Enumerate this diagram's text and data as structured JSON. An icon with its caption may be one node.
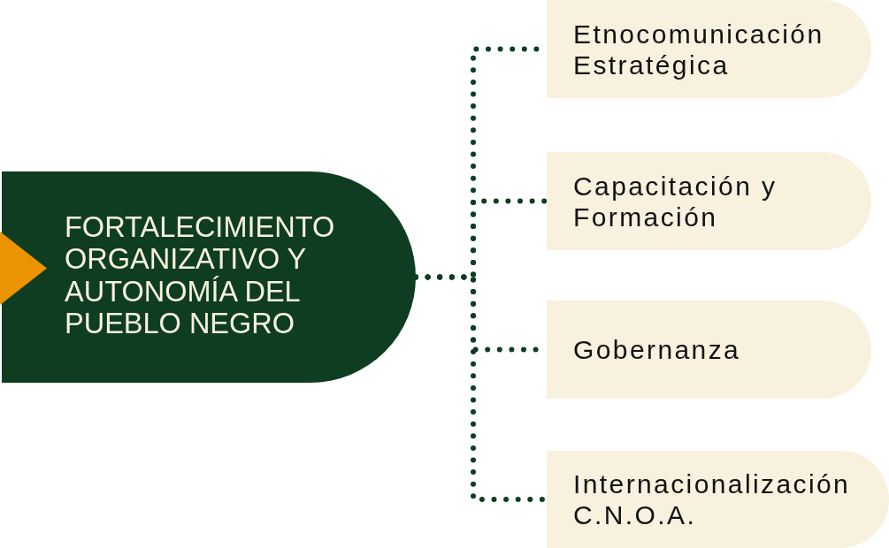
{
  "diagram": {
    "nodes": [
      {
        "text": [
          "FORTALECIMIENTO ORGANIZATIVO Y AUTONOMÍA DEL PUEBLO NEGRO"
        ]
      },
      {
        "text": [
          "Etnocomunicación Estratégica"
        ]
      },
      {
        "text": [
          "Capacitación y Formación"
        ]
      },
      {
        "text": [
          "Gobernanza"
        ]
      },
      {
        "text": [
          "Internacionalización C.N.O.A."
        ]
      }
    ],
    "edges": [
      {
        "from": 0,
        "to": 1,
        "arrow": "none",
        "style": "dashed"
      },
      {
        "from": 0,
        "to": 2,
        "arrow": "none",
        "style": "dashed"
      },
      {
        "from": 0,
        "to": 3,
        "arrow": "none",
        "style": "dashed"
      },
      {
        "from": 0,
        "to": 4,
        "arrow": "none",
        "style": "dashed"
      }
    ]
  }
}
